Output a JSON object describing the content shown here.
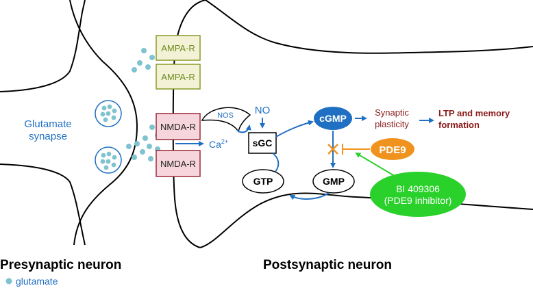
{
  "labels": {
    "presynaptic": "Presynaptic neuron",
    "postsynaptic": "Postsynaptic neuron",
    "glutamate_legend": "glutamate",
    "glutamate_synapse_line1": "Glutamate",
    "glutamate_synapse_line2": "synapse"
  },
  "receptors": {
    "ampa_1": "AMPA-R",
    "ampa_2": "AMPA-R",
    "nmda_1": "NMDA-R",
    "nmda_2": "NMDA-R"
  },
  "pathway": {
    "nos": "NOS",
    "no": "NO",
    "calcium": "Ca",
    "calcium_sup": "2+",
    "sgc": "sGC",
    "cgmp": "cGMP",
    "gtp": "GTP",
    "gmp": "GMP",
    "pde9": "PDE9",
    "synaptic_line1": "Synaptic",
    "synaptic_line2": "plasticity",
    "ltp_line1": "LTP and memory",
    "ltp_line2": "formation",
    "inhibitor_line1": "BI 409306",
    "inhibitor_line2": "(PDE9 inhibitor)"
  },
  "colors": {
    "membrane": "#000000",
    "arrow_blue": "#1f6fc2",
    "glutamate_dot": "#7ec3cf",
    "ampa_fill": "#f3f2d6",
    "ampa_stroke": "#8a9a2a",
    "ampa_text": "#6f8a1e",
    "nmda_fill": "#f7d5dc",
    "nmda_stroke": "#9a2a3a",
    "cgmp_fill": "#1f6fc2",
    "pde9_fill": "#f0921e",
    "inhibitor_fill": "#2ad12a",
    "inhibit_x": "#f0921e",
    "synaptic_text": "#8b1a1a",
    "ltp_text": "#8b1a1a"
  }
}
